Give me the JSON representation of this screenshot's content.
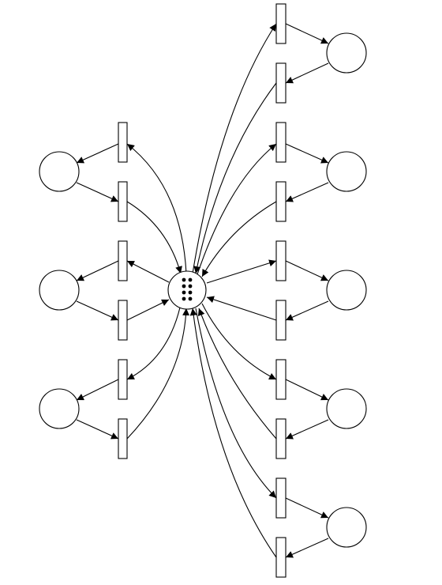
{
  "diagram": {
    "type": "petri-net",
    "stroke_color": "#000000",
    "fill_color": "#ffffff",
    "central_place_tokens": 8,
    "left_subnets": 3,
    "right_subnets": 5
  }
}
